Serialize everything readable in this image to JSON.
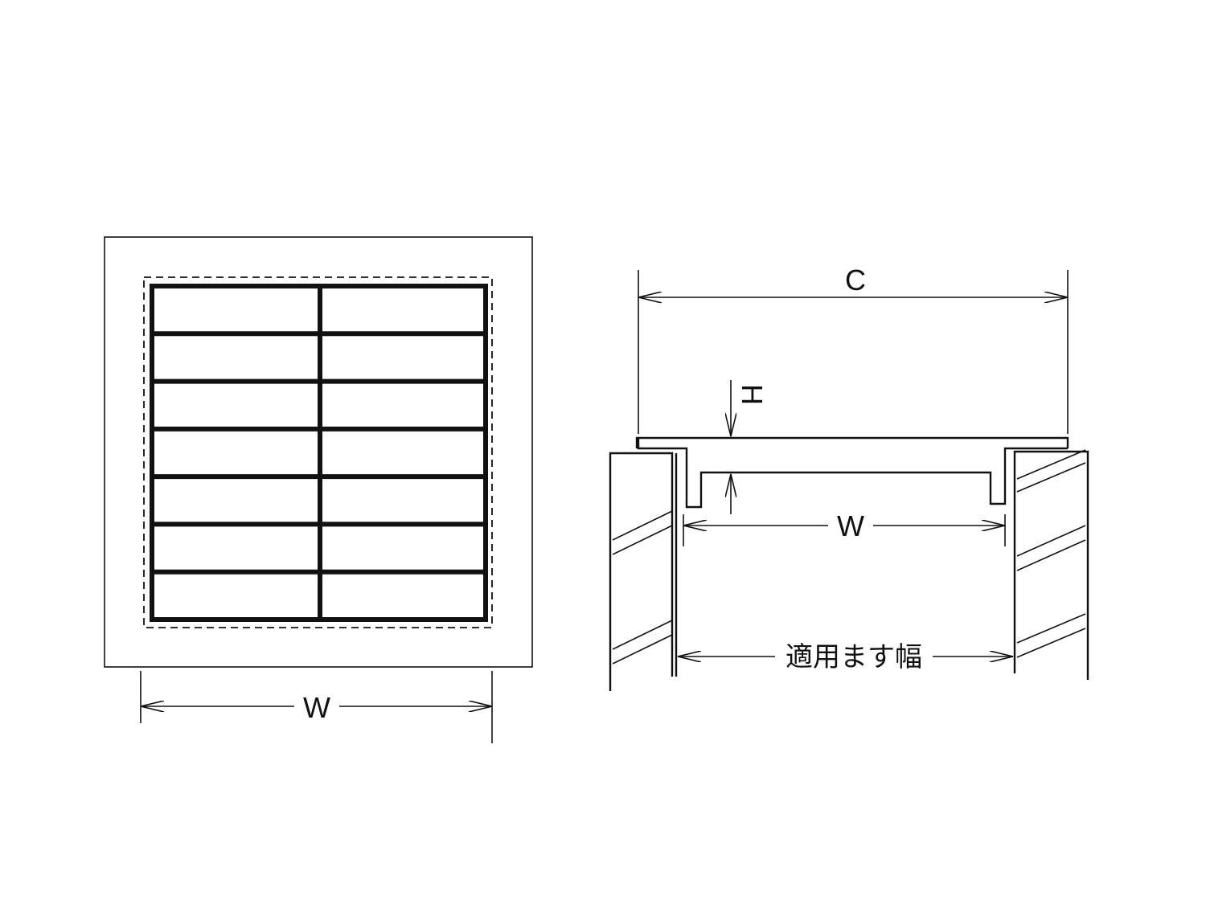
{
  "labels": {
    "plan_width": "W",
    "overall_c": "C",
    "height_h": "H",
    "inner_width": "W",
    "basin_width": "適用ます幅"
  },
  "grating": {
    "rows": 7,
    "columns": 2
  },
  "colors": {
    "line": "#111111",
    "background": "#ffffff"
  }
}
